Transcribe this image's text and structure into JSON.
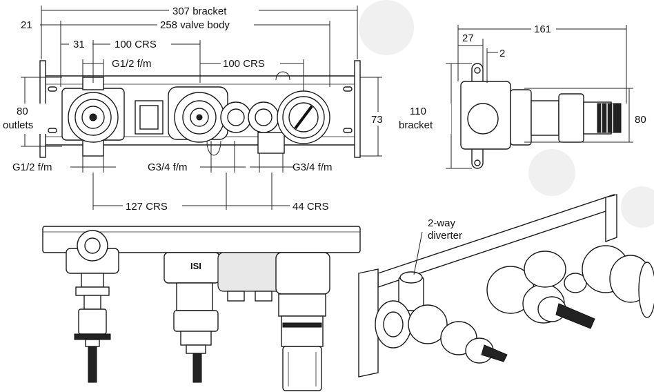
{
  "front_view": {
    "dim_bracket": "307 bracket",
    "dim_valve_body": "258 valve body",
    "dim_left_offset": "21",
    "dim_31": "31",
    "dim_crs_1": "100 CRS",
    "dim_crs_2": "100 CRS",
    "thread_top": "G1/2 f/m",
    "outlets_num": "80",
    "outlets_word": "outlets",
    "height_73": "73",
    "thread_bottom_left": "G1/2 f/m",
    "thread_bottom_mid": "G3/4 f/m",
    "thread_bottom_right": "G3/4 f/m",
    "dim_127": "127 CRS",
    "dim_44": "44 CRS"
  },
  "side_view": {
    "dim_161": "161",
    "dim_27": "27",
    "dim_2": "2",
    "bracket_num": "110",
    "bracket_word": "bracket",
    "dim_80": "80"
  },
  "iso_view": {
    "diverter_line1": "2-way",
    "diverter_line2": "diverter"
  },
  "bottom_view": {
    "marking": "ISI"
  }
}
